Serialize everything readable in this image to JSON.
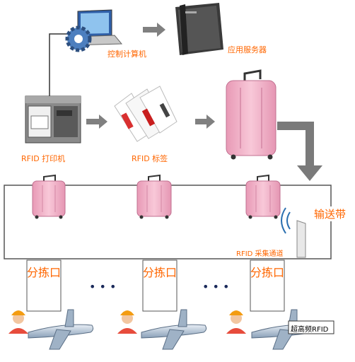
{
  "labels": {
    "control_computer": "控制计算机",
    "app_server": "应用服务器",
    "rfid_printer": "RFID 打印机",
    "rfid_tag": "RFID 标签",
    "conveyor": "输送带",
    "rfid_channel": "RFID 采集通道",
    "uhf_rfid": "超高频RFID"
  },
  "sorting_ports": [
    {
      "label": "分拣口"
    },
    {
      "label": "分拣口"
    },
    {
      "label": "分拣口"
    }
  ],
  "ellipsis": "• • •",
  "colors": {
    "label": "#ff6600",
    "arrow": "#808080",
    "luggage": "#f2b8cd",
    "line": "#555555"
  }
}
